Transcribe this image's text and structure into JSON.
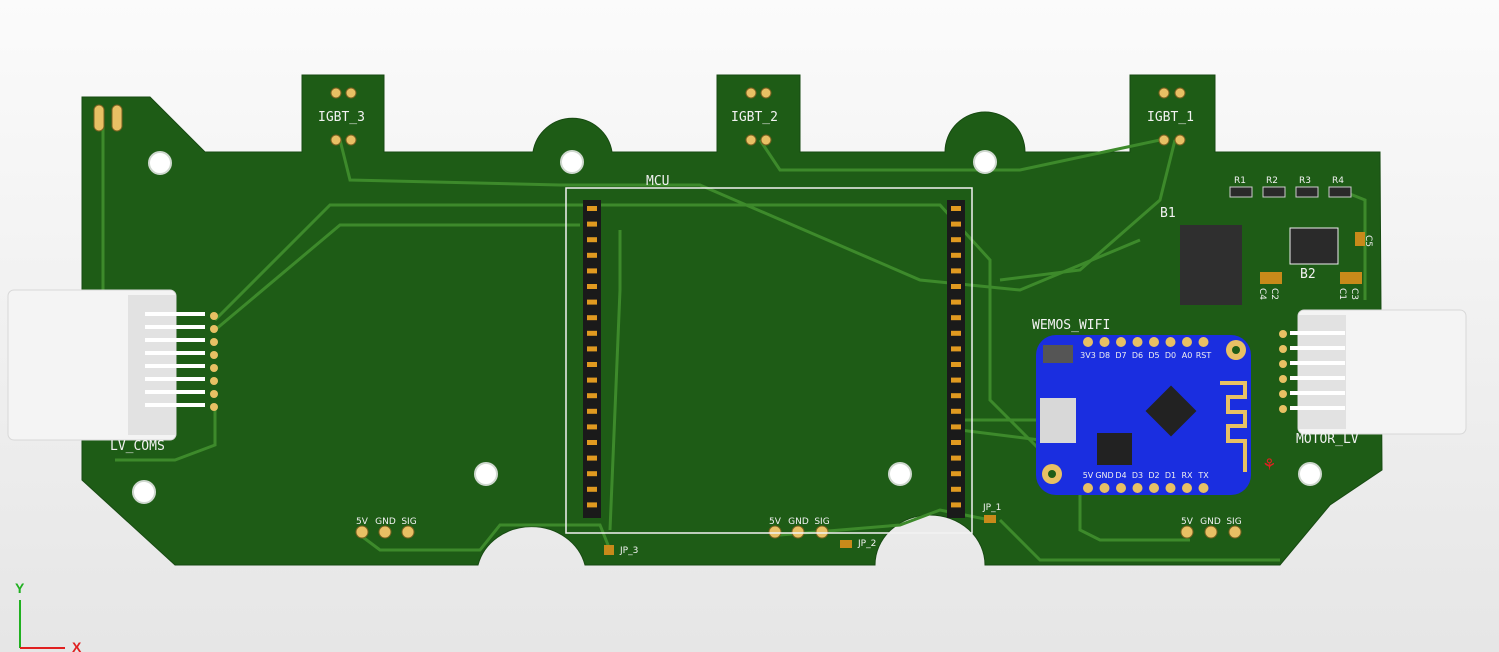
{
  "viewport": {
    "board_color": "#1e5c16",
    "trace_color": "#3f8a2a",
    "wemos_color": "#1a2ee0"
  },
  "designators": {
    "igbt3": "IGBT_3",
    "igbt2": "IGBT_2",
    "igbt1": "IGBT_1",
    "mcu": "MCU",
    "lv_coms": "LV_COMS",
    "motor_lv": "MOTOR_LV",
    "wemos": "WEMOS_WIFI",
    "r1": "R1",
    "r2": "R2",
    "r3": "R3",
    "r4": "R4",
    "b1": "B1",
    "b2": "B2",
    "c1": "C1",
    "c2": "C2",
    "c3": "C3",
    "c4": "C4",
    "c5": "C5",
    "jp1": "JP_1",
    "jp2": "JP_2",
    "jp3": "JP_3"
  },
  "headers": [
    {
      "labels": [
        "5V",
        "GND",
        "SIG"
      ]
    },
    {
      "labels": [
        "5V",
        "GND",
        "SIG"
      ]
    },
    {
      "labels": [
        "5V",
        "GND",
        "SIG"
      ]
    }
  ],
  "wemos_pins_top": [
    "3V3",
    "D8",
    "D7",
    "D6",
    "D5",
    "D0",
    "A0",
    "RST"
  ],
  "wemos_pins_bottom": [
    "5V",
    "GND",
    "D4",
    "D3",
    "D2",
    "D1",
    "RX",
    "TX"
  ],
  "axes": {
    "y": "Y",
    "x": "X"
  }
}
